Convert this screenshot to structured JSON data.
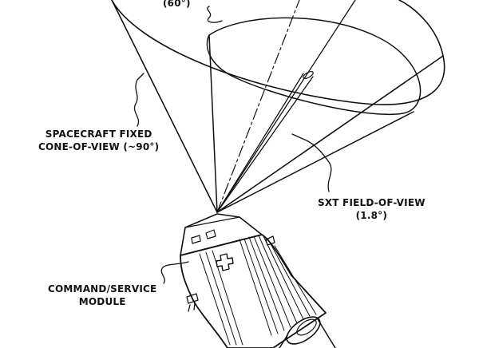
{
  "labels": {
    "top_angle": "(60°)",
    "fixed_cone_line1": "SPACECRAFT FIXED",
    "fixed_cone_line2": "CONE-OF-VIEW (~90°)",
    "sxt_line1": "SXT FIELD-OF-VIEW",
    "sxt_line2": "(1.8°)",
    "csm_line1": "COMMAND/SERVICE",
    "csm_line2": "MODULE"
  },
  "colors": {
    "ink": "#111111",
    "paper": "#ffffff"
  }
}
